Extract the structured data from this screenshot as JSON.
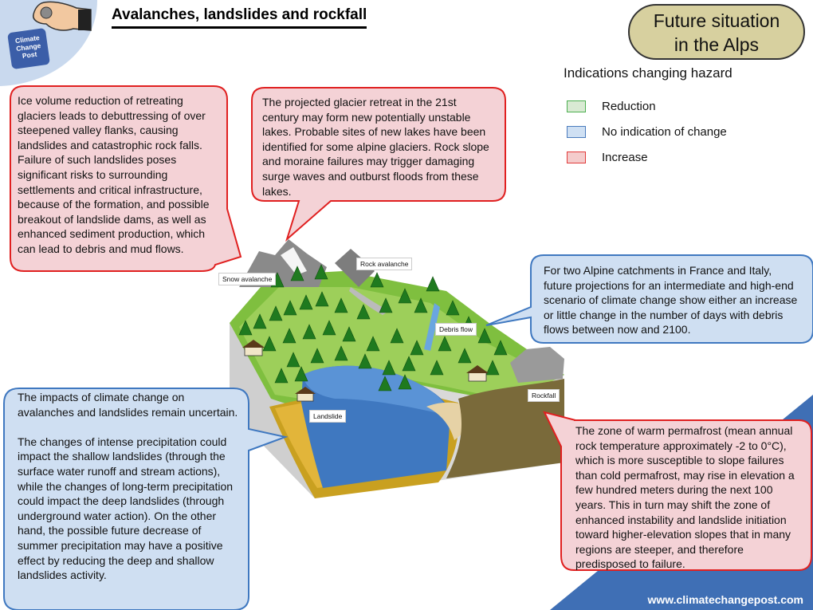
{
  "title": "Avalanches, landslides and rockfall",
  "situation": {
    "line1": "Future situation",
    "line2": "in the Alps"
  },
  "logo": {
    "line1": "Climate",
    "line2": "Change",
    "line3": "Post"
  },
  "legend": {
    "title": "Indications changing hazard",
    "items": [
      {
        "label": "Reduction",
        "fill": "#d9ead3",
        "stroke": "#4caf50"
      },
      {
        "label": "No indication of change",
        "fill": "#cfe0f3",
        "stroke": "#4a7bbd"
      },
      {
        "label": "Increase",
        "fill": "#f4cccc",
        "stroke": "#e23b3b"
      }
    ]
  },
  "bubbles": {
    "glacier_valley": "Ice volume reduction of retreating glaciers leads to debuttressing of over steepened valley flanks, causing landslides and catastrophic rock falls. Failure of such landslides poses significant risks to surrounding settlements and critical infrastructure, because of the formation, and possible breakout of landslide dams, as well as enhanced sediment production, which can lead to debris and mud flows.",
    "glacier_lakes": "The projected glacier retreat in the 21st century may form new potentially unstable lakes. Probable sites of new lakes have been identified for some alpine glaciers. Rock slope and moraine failures may trigger damaging surge waves and outburst floods from these lakes.",
    "debris_flows": "For two Alpine catchments in France and Italy, future projections for an intermediate and high-end scenario of climate change show either an increase or little change in the number of days with debris flows between now and 2100.",
    "impacts_p1": "The impacts of climate change on avalanches and landslides remain uncertain.",
    "impacts_p2": "The changes of intense precipitation could impact the shallow landslides (through the surface water runoff and stream actions), while the changes of long-term precipitation could impact the deep landslides (through underground water action). On the other hand, the possible future decrease of summer precipitation may have a positive effect by reducing the deep and shallow landslides activity.",
    "permafrost": "The zone of warm permafrost (mean annual rock temperature approximately -2 to 0°C), which is more susceptible to slope failures than cold permafrost, may rise in elevation a few hundred meters during the next 100 years. This in turn may shift the zone of enhanced instability and landslide initiation toward higher-elevation slopes that in many regions are steeper, and therefore predisposed to failure."
  },
  "map_labels": {
    "snow_avalanche": "Snow avalanche",
    "rock_avalanche": "Rock avalanche",
    "debris_flow": "Debris flow",
    "rockfall": "Rockfall",
    "landslide": "Landslide"
  },
  "footer": "www.climatechangepost.com"
}
